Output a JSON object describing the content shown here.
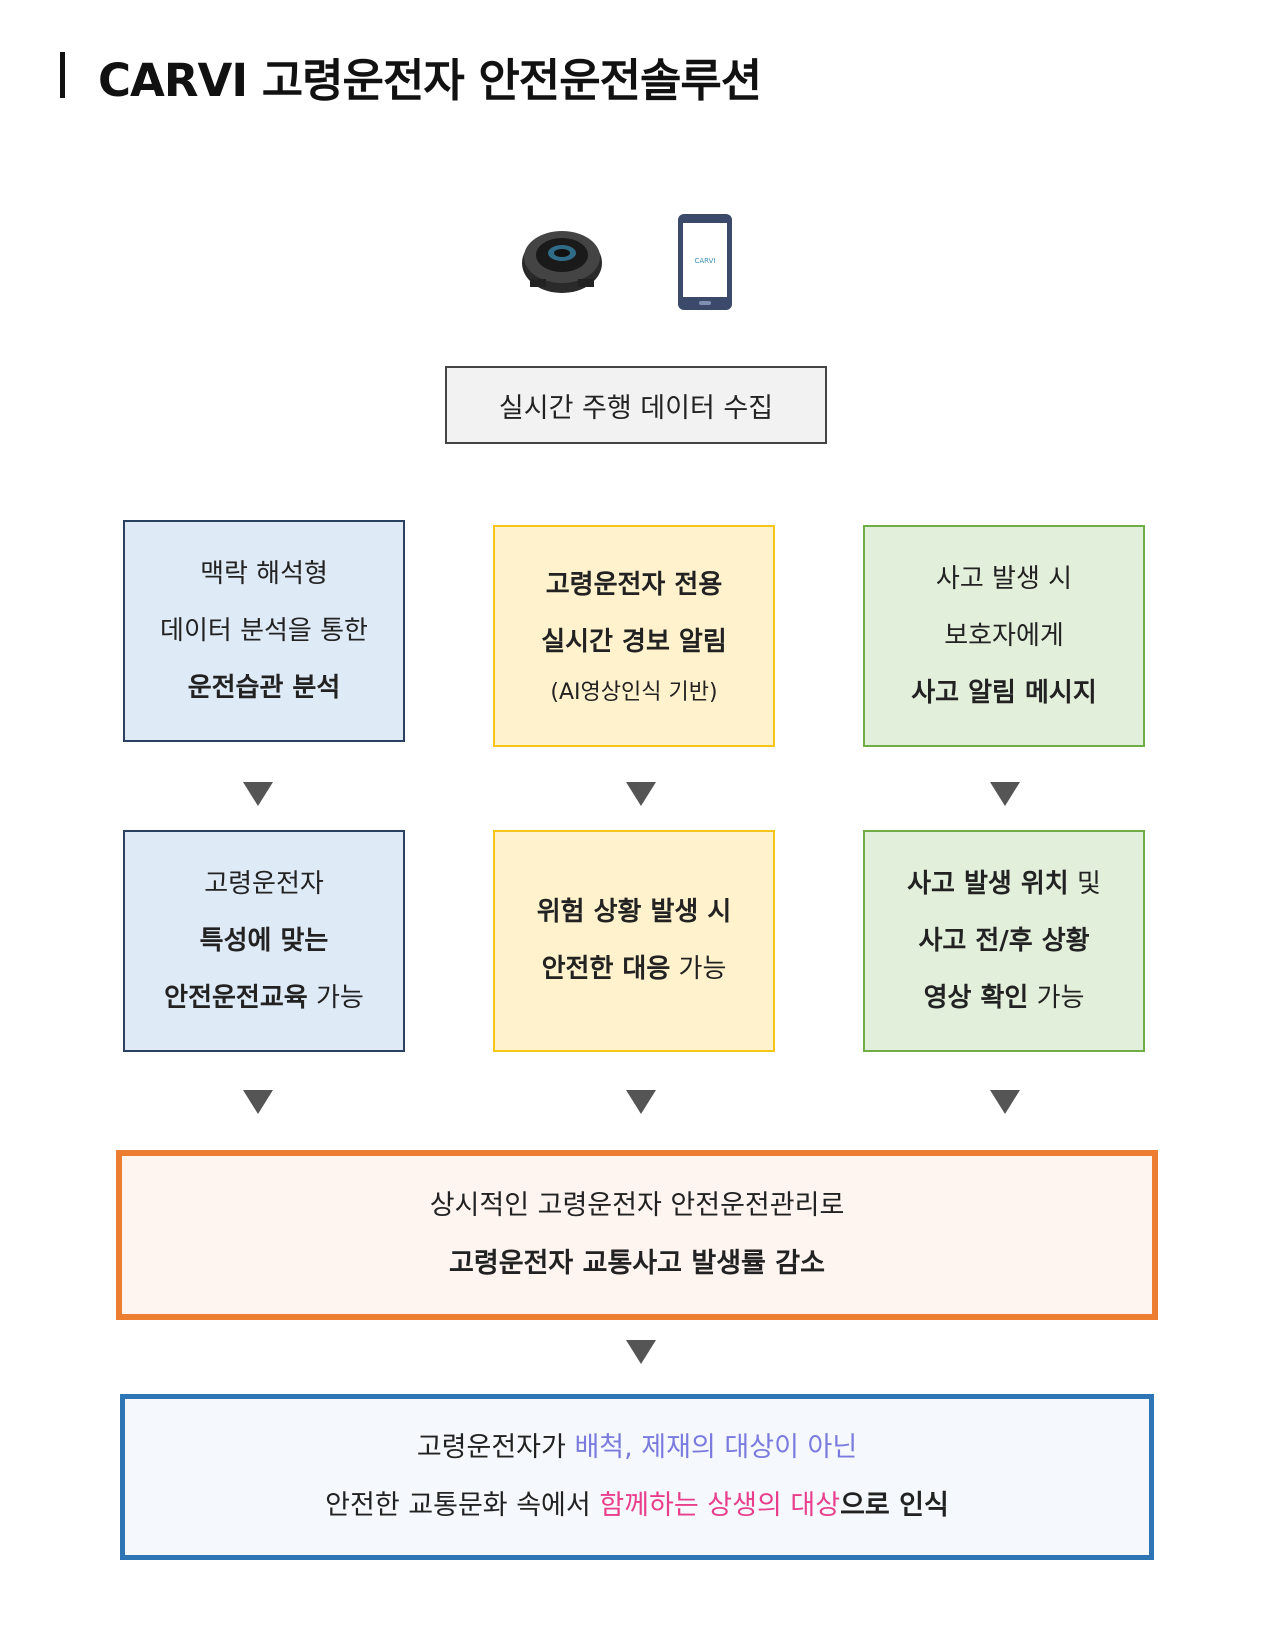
{
  "title": "CARVI 고령운전자 안전운전솔루션",
  "phone_app_label": "CARVI",
  "collect": "실시간 주행 데이터 수집",
  "colors": {
    "blue_fill": "#deeaf6",
    "blue_border": "#2b4162",
    "yellow_fill": "#fff2cc",
    "yellow_border": "#f5c518",
    "green_fill": "#e2efda",
    "green_border": "#70ad47",
    "result_border": "#ed7d31",
    "final_border": "#2e75b6",
    "highlight_purple": "#7b7bde",
    "highlight_pink": "#e83e8c"
  },
  "row1": {
    "blue": {
      "l1": "맥락 해석형",
      "l2": "데이터 분석을 통한",
      "l3": "운전습관 분석"
    },
    "yellow": {
      "l1": "고령운전자 전용",
      "l2": "실시간 경보 알림",
      "l3": "(AI영상인식 기반)"
    },
    "green": {
      "l1": "사고 발생 시",
      "l2": "보호자에게",
      "l3": "사고 알림 메시지"
    }
  },
  "row2": {
    "blue": {
      "l1": "고령운전자",
      "l2": "특성에 맞는",
      "l3a": "안전운전교육",
      "l3b": " 가능"
    },
    "yellow": {
      "l1": "위험 상황 발생 시",
      "l2a": "안전한 대응",
      "l2b": " 가능"
    },
    "green": {
      "l1a": "사고 발생 위치",
      "l1b": " 및",
      "l2": "사고 전/후 상황",
      "l3a": "영상 확인",
      "l3b": " 가능"
    }
  },
  "result": {
    "l1": "상시적인 고령운전자 안전운전관리로",
    "l2": "고령운전자 교통사고 발생률 감소"
  },
  "final": {
    "l1a": "고령운전자가 ",
    "l1b": "배척, 제재의 대상이 아닌",
    "l2a": "안전한 교통문화 속에서 ",
    "l2b": "함께하는 상생의 대상",
    "l2c": "으로 인식"
  }
}
